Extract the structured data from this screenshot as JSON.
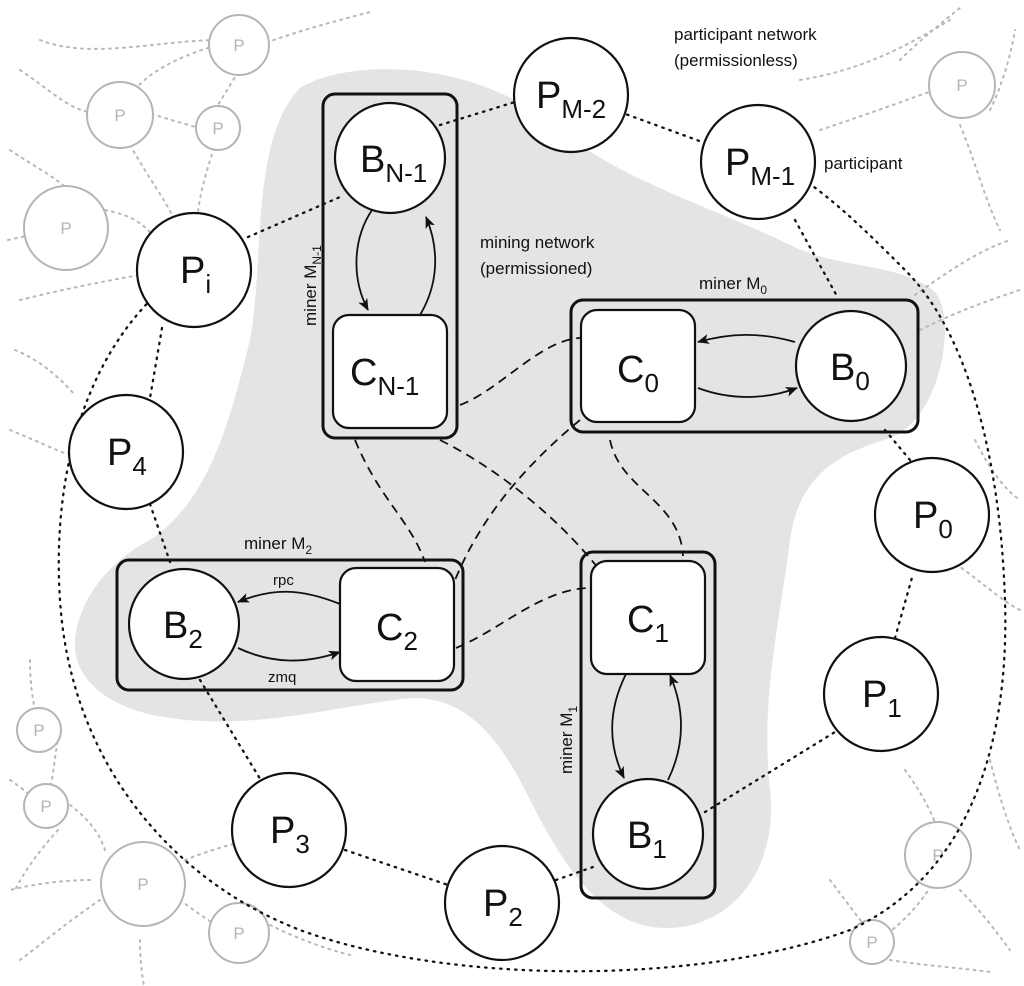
{
  "labels": {
    "participant_network": "participant network",
    "permissionless": "(permissionless)",
    "mining_network": "mining network",
    "permissioned": "(permissioned)",
    "participant": "participant",
    "rpc": "rpc",
    "zmq": "zmq"
  },
  "background_node_label": "P",
  "miners": [
    {
      "id": "m0",
      "prefix": "miner M",
      "sub": "0"
    },
    {
      "id": "m1",
      "prefix": "miner M",
      "sub": "1"
    },
    {
      "id": "m2",
      "prefix": "miner M",
      "sub": "2"
    },
    {
      "id": "mn",
      "prefix": "miner M",
      "sub": "N-1"
    }
  ],
  "nodes": {
    "B0": {
      "main": "B",
      "sub": "0"
    },
    "C0": {
      "main": "C",
      "sub": "0"
    },
    "B1": {
      "main": "B",
      "sub": "1"
    },
    "C1": {
      "main": "C",
      "sub": "1"
    },
    "B2": {
      "main": "B",
      "sub": "2"
    },
    "C2": {
      "main": "C",
      "sub": "2"
    },
    "BN": {
      "main": "B",
      "sub": "N-1"
    },
    "CN": {
      "main": "C",
      "sub": "N-1"
    },
    "P0": {
      "main": "P",
      "sub": "0"
    },
    "P1": {
      "main": "P",
      "sub": "1"
    },
    "P2": {
      "main": "P",
      "sub": "2"
    },
    "P3": {
      "main": "P",
      "sub": "3"
    },
    "P4": {
      "main": "P",
      "sub": "4"
    },
    "Pi": {
      "main": "P",
      "sub": "i"
    },
    "PM2": {
      "main": "P",
      "sub": "M-2"
    },
    "PM1": {
      "main": "P",
      "sub": "M-1"
    }
  }
}
